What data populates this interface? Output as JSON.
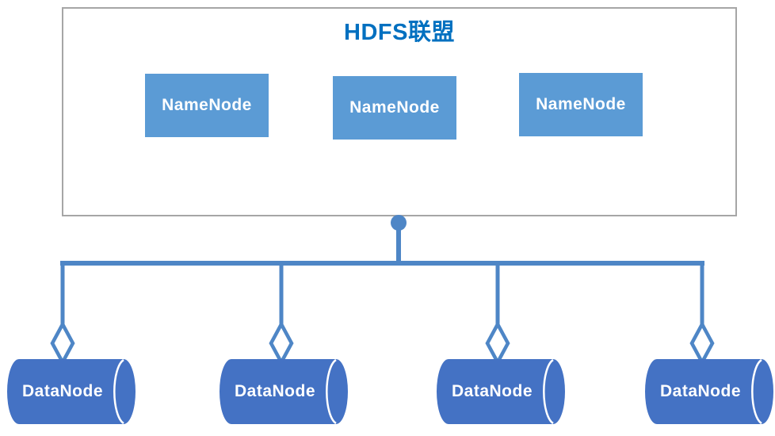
{
  "title": "HDFS联盟",
  "namenodes": [
    {
      "label": "NameNode"
    },
    {
      "label": "NameNode"
    },
    {
      "label": "NameNode"
    }
  ],
  "datanodes": [
    {
      "label": "DataNode"
    },
    {
      "label": "DataNode"
    },
    {
      "label": "DataNode"
    },
    {
      "label": "DataNode"
    }
  ],
  "icons": {
    "junction_dot": "filled-circle",
    "aggregation_diamond": "open-diamond"
  },
  "colors": {
    "title_text": "#0070C0",
    "namenode_fill": "#5B9BD5",
    "datanode_fill": "#4472C4",
    "connector": "#4E86C6",
    "group_border": "#A6A6A6",
    "node_text": "#FFFFFF"
  }
}
